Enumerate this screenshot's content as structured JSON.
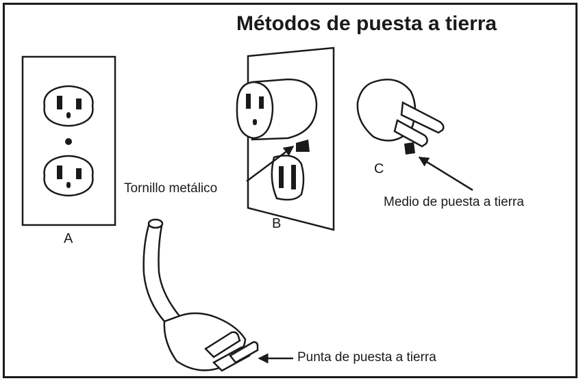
{
  "title": "Métodos de puesta a tierra",
  "figures": {
    "a": {
      "letter": "A"
    },
    "b": {
      "letter": "B"
    },
    "c": {
      "letter": "C"
    }
  },
  "callouts": {
    "screw": "Tornillo metálico",
    "ground_means": "Medio de puesta a tierra",
    "ground_prong": "Punta de puesta a tierra"
  }
}
